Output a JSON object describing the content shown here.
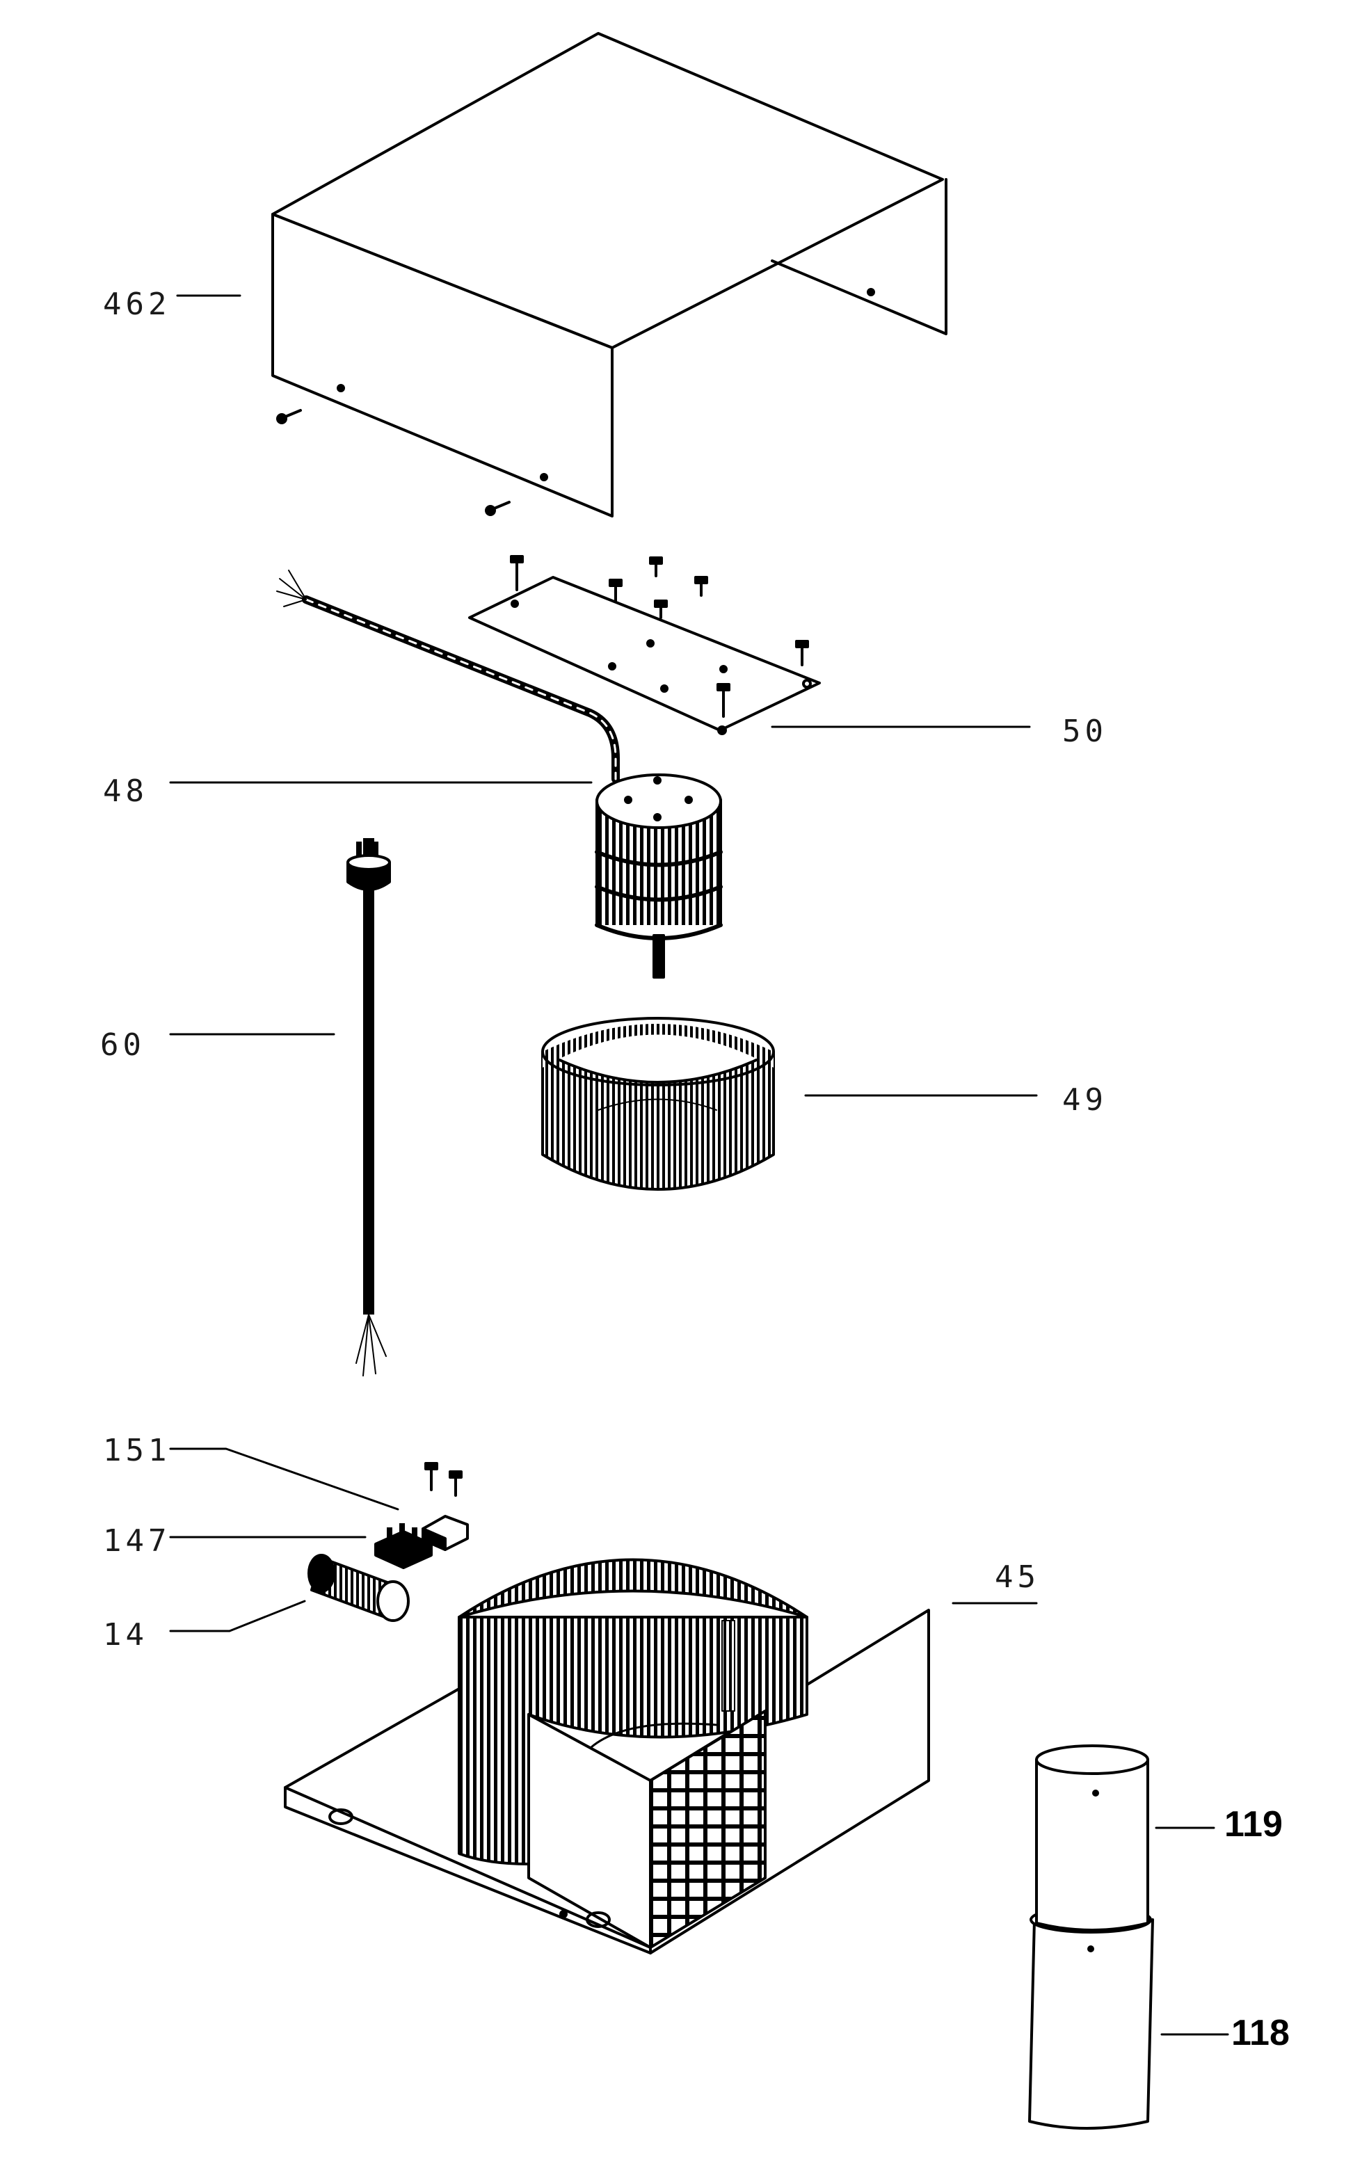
{
  "labels": {
    "l462": "462",
    "l50": "50",
    "l48": "48",
    "l60": "60",
    "l49": "49",
    "l151": "151",
    "l147": "147",
    "l14": "14",
    "l45": "45",
    "l119": "119",
    "l118": "118"
  },
  "colors": {
    "ink": "#000000",
    "paper": "#ffffff"
  }
}
